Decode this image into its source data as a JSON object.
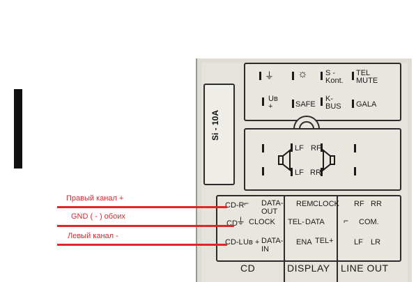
{
  "fuse_label": "Si - 10A",
  "top_block": {
    "row1": [
      "S -\nKont.",
      "TEL\nMUTE"
    ],
    "row2": [
      "SAFE",
      "K-\nBUS",
      "GALA"
    ],
    "ub_plus": "Uʙ\n+"
  },
  "speaker_block": {
    "lf_top": "LF",
    "rf_top": "RF",
    "lf_bottom": "LF",
    "rf_bottom": "RR"
  },
  "cd_block": {
    "row1": [
      "CD-R",
      "DATA-\nOUT"
    ],
    "row2": [
      "CD",
      "CLOCK"
    ],
    "row3": [
      "CD-L",
      "Uʙ +",
      "DATA-\nIN"
    ]
  },
  "display_block": {
    "row1": [
      "REM",
      "CLOCK"
    ],
    "row2": [
      "TEL-",
      "DATA"
    ],
    "row3": [
      "ENA",
      "TEL+"
    ]
  },
  "lineout_block": {
    "row1": [
      "RF",
      "RR"
    ],
    "row2": [
      "COM."
    ],
    "row3": [
      "LF",
      "LR"
    ]
  },
  "bottom_captions": [
    "CD",
    "DISPLAY",
    "LINE OUT"
  ],
  "annotations": [
    "Правый канал +",
    "GND  ( - ) обоих",
    "Левый канал -"
  ],
  "colors": {
    "annotation": "#e0242b",
    "panel": "#e6e3dc"
  }
}
